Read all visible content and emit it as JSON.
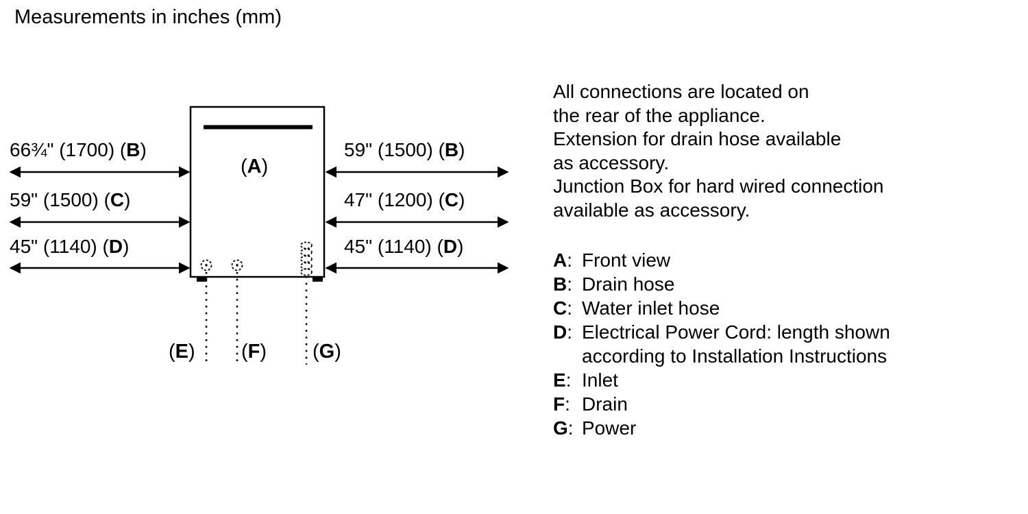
{
  "title": "Measurements in inches (mm)",
  "colors": {
    "ink": "#000000",
    "background": "#ffffff"
  },
  "diagram": {
    "appliance_label": {
      "prefix": "(",
      "key": "A",
      "suffix": ")"
    },
    "left_measurements": [
      {
        "prefix": "66¾\" (1700) (",
        "key": "B",
        "suffix": ")"
      },
      {
        "prefix": "59\" (1500) (",
        "key": "C",
        "suffix": ")"
      },
      {
        "prefix": "45\" (1140) (",
        "key": "D",
        "suffix": ")"
      }
    ],
    "right_measurements": [
      {
        "prefix": "59\" (1500) (",
        "key": "B",
        "suffix": ")"
      },
      {
        "prefix": "47\" (1200) (",
        "key": "C",
        "suffix": ")"
      },
      {
        "prefix": "45\" (1140) (",
        "key": "D",
        "suffix": ")"
      }
    ],
    "connection_labels": [
      {
        "prefix": "(",
        "key": "E",
        "suffix": ")"
      },
      {
        "prefix": "(",
        "key": "F",
        "suffix": ")"
      },
      {
        "prefix": "(",
        "key": "G",
        "suffix": ")"
      }
    ]
  },
  "notes": {
    "lines": [
      "All connections are located on",
      "the rear of the appliance.",
      "Extension for drain hose available",
      "as accessory.",
      "Junction Box for hard wired connection",
      "available as accessory."
    ]
  },
  "legend": [
    {
      "key": "A",
      "sep": ":",
      "text": "Front view"
    },
    {
      "key": "B",
      "sep": ":",
      "text": "Drain hose"
    },
    {
      "key": "C",
      "sep": ":",
      "text": "Water inlet hose"
    },
    {
      "key": "D",
      "sep": ":",
      "text": [
        "Electrical Power Cord: length shown",
        "according to Installation Instructions"
      ]
    },
    {
      "key": "E",
      "sep": ":",
      "text": "Inlet"
    },
    {
      "key": "F",
      "sep": ":",
      "text": "Drain"
    },
    {
      "key": "G",
      "sep": ":",
      "text": "Power"
    }
  ]
}
